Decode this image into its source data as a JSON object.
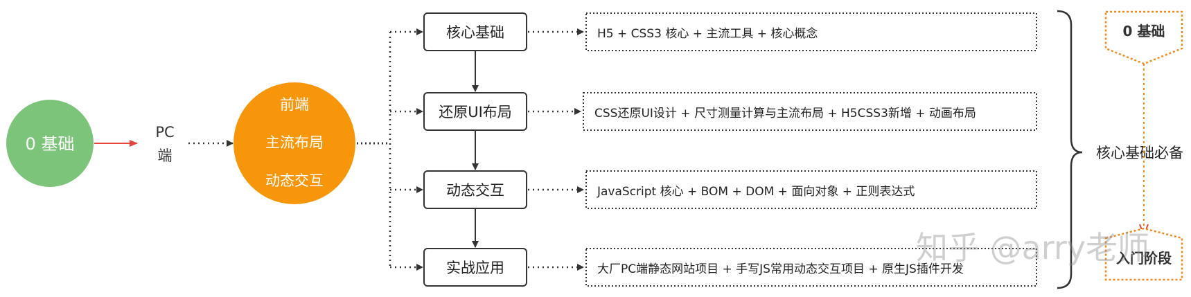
{
  "start_node": {
    "label": "0 基础",
    "color": "#7cc47a"
  },
  "pc_label": {
    "line1": "PC",
    "line2": "端"
  },
  "center_node": {
    "line1": "前端",
    "line2": "主流布局",
    "line3": "动态交互",
    "color": "#f7960a"
  },
  "stages": [
    {
      "label": "核心基础",
      "detail": "H5 + CSS3 核心 + 主流工具 + 核心概念"
    },
    {
      "label": "还原UI布局",
      "detail": "CSS还原UI设计 + 尺寸测量计算与主流布局 + H5CSS3新增 + 动画布局"
    },
    {
      "label": "动态交互",
      "detail": "JavaScript 核心 + BOM + DOM + 面向对象 + 正则表达式"
    },
    {
      "label": "实战应用",
      "detail": "大厂PC端静态网站项目 + 手写JS常用动态交互项目 + 原生JS插件开发"
    }
  ],
  "brace_label": "核心基础必备",
  "badge_top": "0 基础",
  "badge_bottom": "入门阶段",
  "watermark": "知乎 @arry老师",
  "colors": {
    "arrow_red": "#e8453c",
    "line": "#333333",
    "badge_orange": "#f08a1c"
  }
}
